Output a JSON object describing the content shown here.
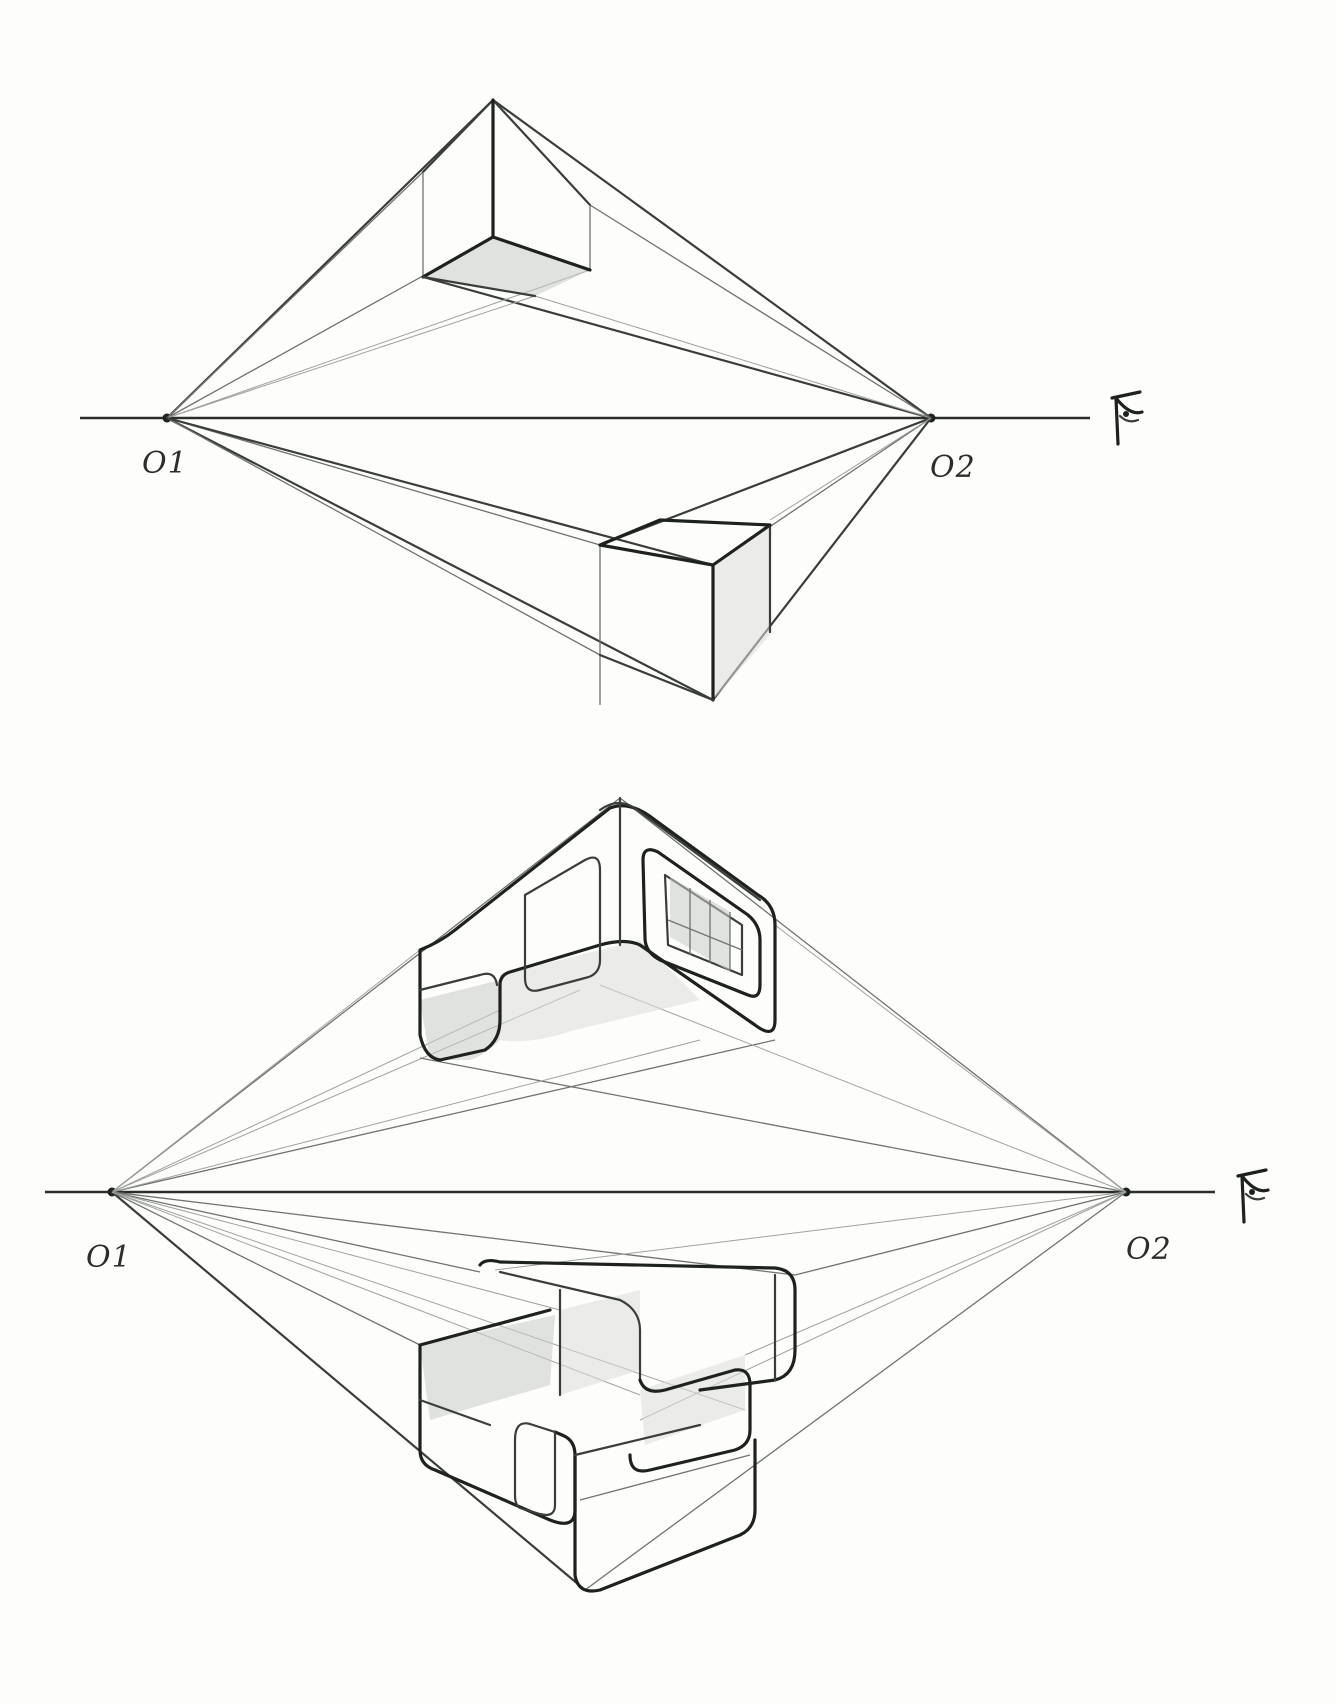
{
  "labels": {
    "top_vp_left": "O1",
    "top_vp_right": "O2",
    "bottom_vp_left": "O1",
    "bottom_vp_right": "O2"
  },
  "colors": {
    "paper": "#fdfdfc",
    "pencil_dark": "#1e221e",
    "pencil_light": "#9ea29e"
  },
  "icons": {
    "eye_top": "eye-icon",
    "eye_bottom": "eye-icon"
  }
}
